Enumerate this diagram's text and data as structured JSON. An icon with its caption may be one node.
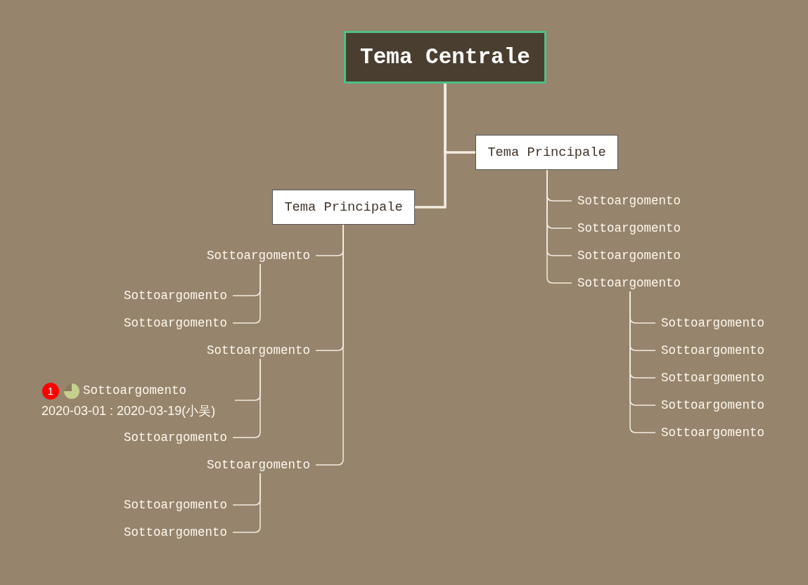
{
  "diagram": {
    "nodes": [
      {
        "text": [
          "Tema Centrale"
        ]
      },
      {
        "text": [
          "Tema Principale"
        ]
      },
      {
        "text": [
          "Tema Principale"
        ]
      },
      {
        "text": [
          "Sottoargomento"
        ]
      },
      {
        "text": [
          "Sottoargomento"
        ]
      },
      {
        "text": [
          "Sottoargomento"
        ]
      },
      {
        "text": [
          "Sottoargomento"
        ]
      },
      {
        "text": [
          "Sottoargomento"
        ]
      },
      {
        "text": [
          "Sottoargomento"
        ]
      },
      {
        "text": [
          "Sottoargomento"
        ]
      },
      {
        "text": [
          "Sottoargomento"
        ]
      },
      {
        "text": [
          "Sottoargomento"
        ]
      },
      {
        "text": [
          "Sottoargomento"
        ]
      },
      {
        "text": [
          "Sottoargomento"
        ]
      },
      {
        "text": [
          "Sottoargomento"
        ]
      },
      {
        "text": [
          "Sottoargomento"
        ]
      },
      {
        "text": [
          "1",
          "Sottoargomento",
          "2020-03-01 : 2020-03-19(小吴)"
        ]
      },
      {
        "text": [
          "Sottoargomento"
        ]
      },
      {
        "text": [
          "Sottoargomento"
        ]
      },
      {
        "text": [
          "Sottoargomento"
        ]
      },
      {
        "text": [
          "Sottoargomento"
        ]
      }
    ],
    "edges": [
      {
        "from": 0,
        "to": 1,
        "arrow": "none",
        "style": "thick"
      },
      {
        "from": 0,
        "to": 2,
        "arrow": "none",
        "style": "thick"
      },
      {
        "from": 1,
        "to": 3,
        "arrow": "none"
      },
      {
        "from": 1,
        "to": 4,
        "arrow": "none"
      },
      {
        "from": 1,
        "to": 5,
        "arrow": "none"
      },
      {
        "from": 1,
        "to": 6,
        "arrow": "none"
      },
      {
        "from": 6,
        "to": 7,
        "arrow": "none"
      },
      {
        "from": 6,
        "to": 8,
        "arrow": "none"
      },
      {
        "from": 6,
        "to": 9,
        "arrow": "none"
      },
      {
        "from": 6,
        "to": 10,
        "arrow": "none"
      },
      {
        "from": 6,
        "to": 11,
        "arrow": "none"
      },
      {
        "from": 2,
        "to": 12,
        "arrow": "none"
      },
      {
        "from": 12,
        "to": 13,
        "arrow": "none"
      },
      {
        "from": 12,
        "to": 14,
        "arrow": "none"
      },
      {
        "from": 2,
        "to": 15,
        "arrow": "none"
      },
      {
        "from": 15,
        "to": 16,
        "arrow": "none"
      },
      {
        "from": 15,
        "to": 17,
        "arrow": "none"
      },
      {
        "from": 2,
        "to": 18,
        "arrow": "none"
      },
      {
        "from": 18,
        "to": 19,
        "arrow": "none"
      },
      {
        "from": 18,
        "to": 20,
        "arrow": "none"
      }
    ]
  }
}
